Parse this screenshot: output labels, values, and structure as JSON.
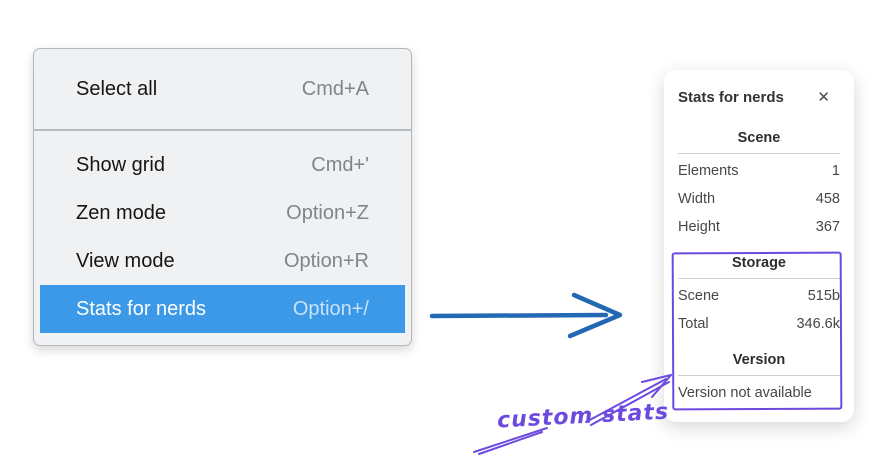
{
  "colors": {
    "menu_highlight": "#3b99e8",
    "arrow_blue": "#2368b3",
    "annotation_purple": "#6c4ae0"
  },
  "context_menu": {
    "sections": [
      {
        "items": [
          {
            "label": "Select all",
            "shortcut": "Cmd+A",
            "highlighted": false
          }
        ]
      },
      {
        "items": [
          {
            "label": "Show grid",
            "shortcut": "Cmd+'",
            "highlighted": false
          },
          {
            "label": "Zen mode",
            "shortcut": "Option+Z",
            "highlighted": false
          },
          {
            "label": "View mode",
            "shortcut": "Option+R",
            "highlighted": false
          },
          {
            "label": "Stats for nerds",
            "shortcut": "Option+/",
            "highlighted": true
          }
        ]
      }
    ]
  },
  "stats_panel": {
    "title": "Stats for nerds",
    "close_icon": "✕",
    "sections": [
      {
        "heading": "Scene",
        "rows": [
          {
            "label": "Elements",
            "value": "1"
          },
          {
            "label": "Width",
            "value": "458"
          },
          {
            "label": "Height",
            "value": "367"
          }
        ]
      },
      {
        "heading": "Storage",
        "rows": [
          {
            "label": "Scene",
            "value": "515b"
          },
          {
            "label": "Total",
            "value": "346.6k"
          }
        ]
      },
      {
        "heading": "Version",
        "rows": [],
        "note": "Version not available"
      }
    ]
  },
  "annotation": {
    "label": "custom stats"
  }
}
